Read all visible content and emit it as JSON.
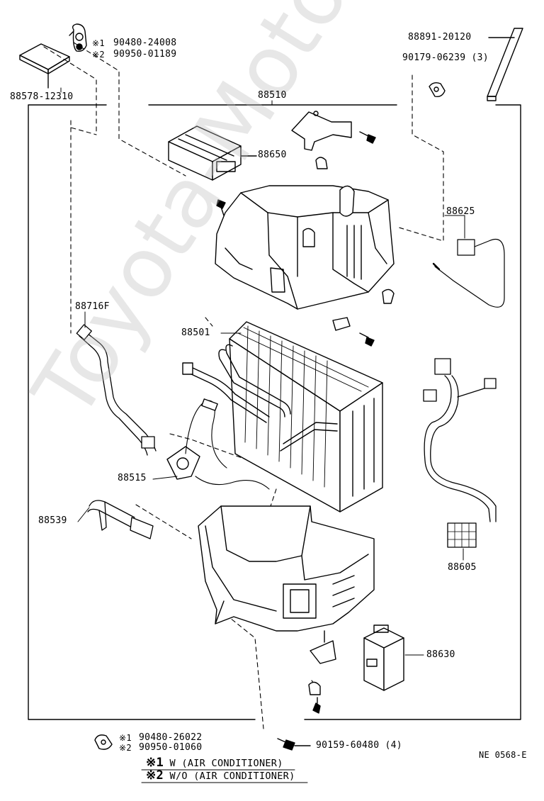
{
  "watermark": "Toyota-Motors.ru",
  "parts": {
    "p88578": "88578-12310",
    "p88510": "88510",
    "p88650": "88650",
    "p88891": "88891-20120",
    "p90179": "90179-06239 (3)",
    "p88625": "88625",
    "p88716": "88716F",
    "p88501": "88501",
    "p88515": "88515",
    "p88539": "88539",
    "p88605": "88605",
    "p88630": "88630",
    "p90159": "90159-60480 (4)"
  },
  "callouts": {
    "top_mark1": "※1",
    "top_part1": "90480-24008",
    "top_mark2": "※2",
    "top_part2": "90950-01189",
    "bot_mark1": "※1",
    "bot_part1": "90480-26022",
    "bot_mark2": "※2",
    "bot_part2": "90950-01060"
  },
  "legend": {
    "l1_mark": "※1",
    "l1_text": "W (AIR CONDITIONER)",
    "l2_mark": "※2",
    "l2_text": "W/O (AIR CONDITIONER)"
  },
  "diagram_code": "NE 0568-E"
}
